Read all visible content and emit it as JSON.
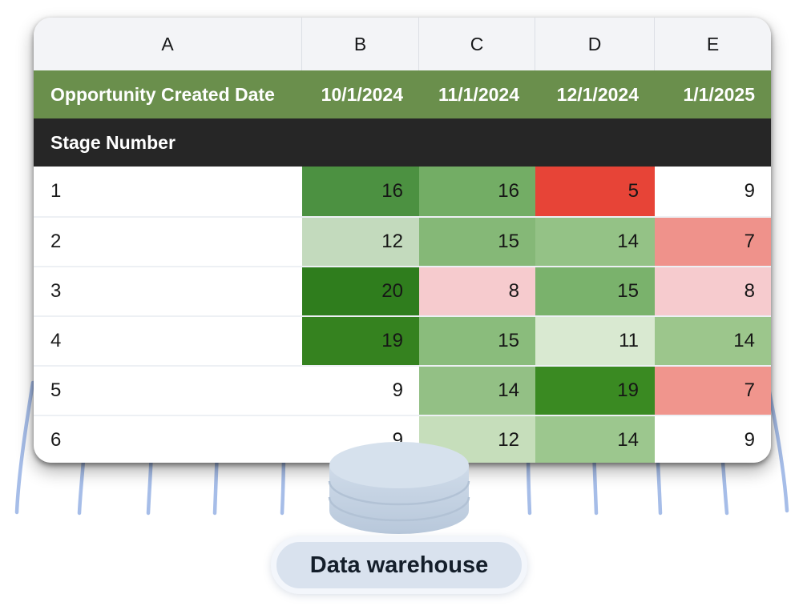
{
  "spreadsheet": {
    "column_letters": [
      "A",
      "B",
      "C",
      "D",
      "E"
    ],
    "header_row": {
      "label": "Opportunity Created Date",
      "dates": [
        "10/1/2024",
        "11/1/2024",
        "12/1/2024",
        "1/1/2025"
      ],
      "bg": "#6a8f4c",
      "text_color": "#ffffff"
    },
    "section_row": {
      "label": "Stage Number",
      "bg": "#262626",
      "text_color": "#ffffff"
    },
    "rows": [
      {
        "stage": "1",
        "cells": [
          {
            "value": "16",
            "bg": "#4c9141"
          },
          {
            "value": "16",
            "bg": "#73ad65"
          },
          {
            "value": "5",
            "bg": "#e74437"
          },
          {
            "value": "9",
            "bg": "#ffffff"
          }
        ]
      },
      {
        "stage": "2",
        "cells": [
          {
            "value": "12",
            "bg": "#c3dabd"
          },
          {
            "value": "15",
            "bg": "#85b877"
          },
          {
            "value": "14",
            "bg": "#94c286"
          },
          {
            "value": "7",
            "bg": "#ef928b"
          }
        ]
      },
      {
        "stage": "3",
        "cells": [
          {
            "value": "20",
            "bg": "#2f7d1d"
          },
          {
            "value": "8",
            "bg": "#f6cbce"
          },
          {
            "value": "15",
            "bg": "#7ab26c"
          },
          {
            "value": "8",
            "bg": "#f6cbce"
          }
        ]
      },
      {
        "stage": "4",
        "cells": [
          {
            "value": "19",
            "bg": "#35821f"
          },
          {
            "value": "15",
            "bg": "#8abc7c"
          },
          {
            "value": "11",
            "bg": "#d9e9d1"
          },
          {
            "value": "14",
            "bg": "#9cc68c"
          }
        ]
      },
      {
        "stage": "5",
        "cells": [
          {
            "value": "9",
            "bg": "#ffffff"
          },
          {
            "value": "14",
            "bg": "#93c085"
          },
          {
            "value": "19",
            "bg": "#3a8a22"
          },
          {
            "value": "7",
            "bg": "#f0958d"
          }
        ]
      },
      {
        "stage": "6",
        "cells": [
          {
            "value": "9",
            "bg": "#ffffff"
          },
          {
            "value": "12",
            "bg": "#c6debb"
          },
          {
            "value": "14",
            "bg": "#9cc78e"
          },
          {
            "value": "9",
            "bg": "#ffffff"
          }
        ]
      }
    ]
  },
  "warehouse": {
    "label": "Data warehouse",
    "icon": "database-cylinder-icon"
  },
  "colors": {
    "thread": "#a6bde8",
    "header_strip_bg": "#f3f4f7",
    "green_header_bg": "#6a8f4c",
    "dark_row_bg": "#262626",
    "heat_red": "#e74437",
    "heat_green_dark": "#2f7d1d",
    "cylinder_top": "#d6e1ed",
    "cylinder_body_light": "#cfdbe9",
    "cylinder_body_dark": "#b8c8db",
    "pill_bg": "#d9e2ee",
    "pill_ring": "#f3f6fb"
  },
  "chart_data": {
    "type": "heatmap",
    "title": "Opportunity Created Date",
    "x_categories": [
      "10/1/2024",
      "11/1/2024",
      "12/1/2024",
      "1/1/2025"
    ],
    "ylabel": "Stage Number",
    "y_categories": [
      "1",
      "2",
      "3",
      "4",
      "5",
      "6"
    ],
    "values": [
      [
        16,
        16,
        5,
        9
      ],
      [
        12,
        15,
        14,
        7
      ],
      [
        20,
        8,
        15,
        8
      ],
      [
        19,
        15,
        11,
        14
      ],
      [
        9,
        14,
        19,
        7
      ],
      [
        9,
        12,
        14,
        9
      ]
    ],
    "legend": "green = high count, red/pink = low count, white = neutral"
  }
}
